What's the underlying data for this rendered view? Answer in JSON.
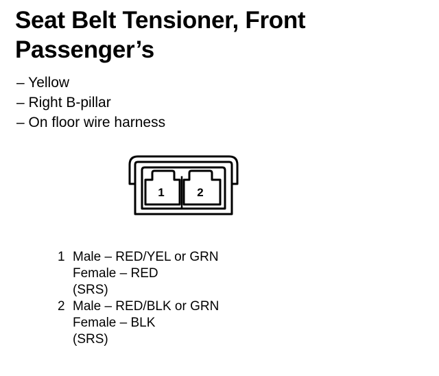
{
  "title": {
    "line1": "Seat Belt Tensioner, Front",
    "line2": "Passenger’s"
  },
  "notes": [
    "– Yellow",
    "– Right B-pillar",
    "– On floor wire harness"
  ],
  "connector": {
    "pin_labels": [
      "1",
      "2"
    ]
  },
  "pins": [
    {
      "number": "1",
      "male": "Male – RED/YEL or GRN",
      "female": "Female – RED",
      "system": "(SRS)"
    },
    {
      "number": "2",
      "male": "Male – RED/BLK or GRN",
      "female": "Female – BLK",
      "system": "(SRS)"
    }
  ]
}
